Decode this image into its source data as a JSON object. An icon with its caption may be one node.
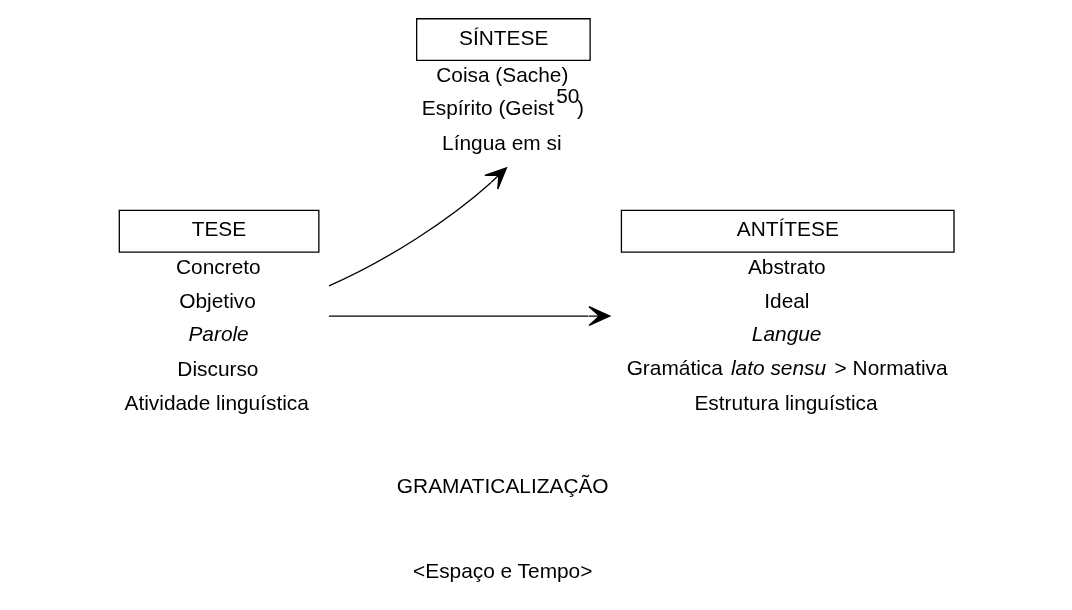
{
  "diagram": {
    "nodes": [
      {
        "text": [
          "SÍNTESE"
        ],
        "beside": [
          "Coisa (Sache)",
          "Espírito (Geist$^{50}$)",
          "Língua em si"
        ]
      },
      {
        "text": [
          "TESE"
        ],
        "beside": [
          "Concreto",
          "Objetivo",
          "*Parole*",
          "Discurso",
          "Atividade linguística"
        ]
      },
      {
        "text": [
          "ANTÍTESE"
        ],
        "beside": [
          "Abstrato",
          "Ideal",
          "*Langue*",
          "Gramática *lato sensu* > Normativa",
          "Estrutura linguística"
        ]
      }
    ],
    "edges": [
      {
        "from": 1,
        "to": 2,
        "arrow": "to"
      },
      {
        "from": 1,
        "to": 0,
        "arrow": "to"
      }
    ],
    "labels": [
      "GRAMATICALIZAÇÃO",
      "<Espaço e Tempo>"
    ]
  }
}
